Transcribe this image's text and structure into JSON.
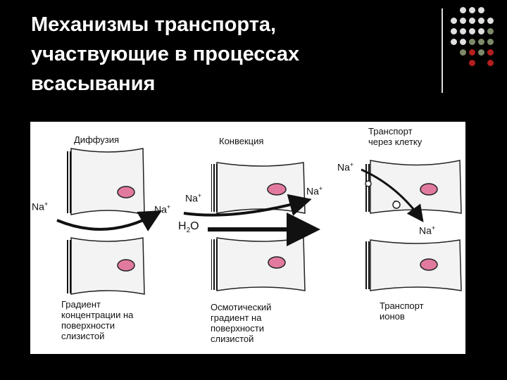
{
  "slide": {
    "title": "Механизмы транспорта,\nучаствующие в процессах\nвсасывания"
  },
  "decor": {
    "dot_colors": [
      "#e0e0e0",
      "#7d8a6a",
      "#b31e1e"
    ]
  },
  "figure": {
    "panels": [
      {
        "heading": "Диффузия",
        "caption": "Градиент\nконцентрации на\nповерхности\nслизистой"
      },
      {
        "heading": "Конвекция",
        "caption": "Осмотический\nградиент на\nповерхности\nслизистой"
      },
      {
        "heading": "Транспорт\nчерез клетку",
        "caption": "Транспорт\nионов"
      }
    ],
    "ion_label": "Na",
    "ion_charge": "+",
    "water_label_main": "H",
    "water_label_sub": "2",
    "water_label_end": "O",
    "minus_sign": "−"
  }
}
